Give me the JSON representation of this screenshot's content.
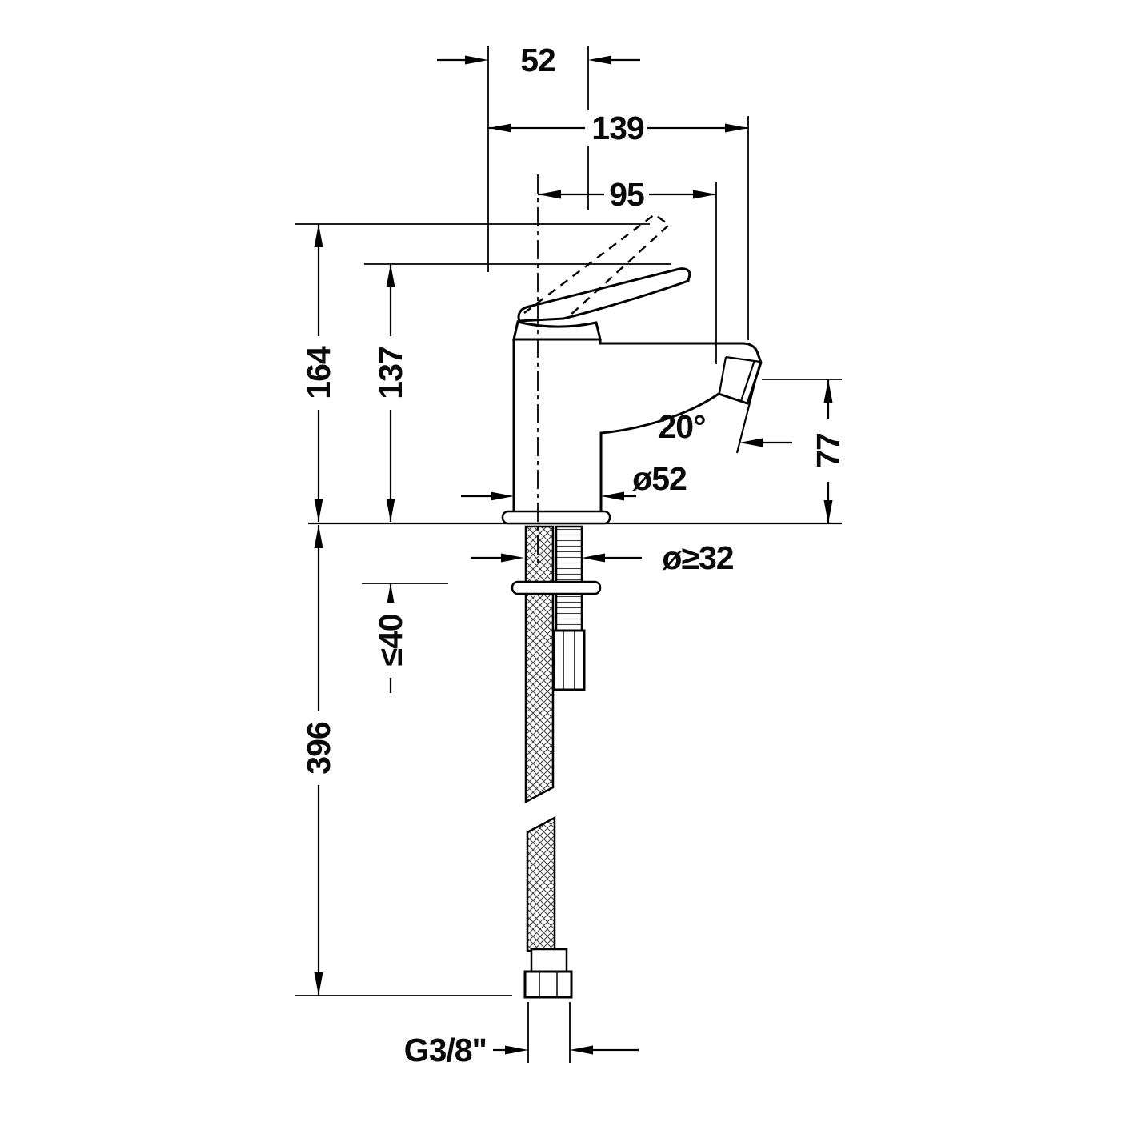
{
  "page": {
    "background": "#ffffff",
    "line_color": "#000000"
  },
  "drawing": {
    "title": "single-lever basin mixer technical drawing",
    "units": "mm",
    "labels": {
      "dim52": "52",
      "dim139": "139",
      "dim95": "95",
      "dim164": "164",
      "dim137": "137",
      "angle": "20°",
      "dia52": "ø52",
      "dim77": "77",
      "diaMin32": "ø≥32",
      "max40": "≤40",
      "dim396": "396",
      "thread": "G3/8\""
    }
  }
}
